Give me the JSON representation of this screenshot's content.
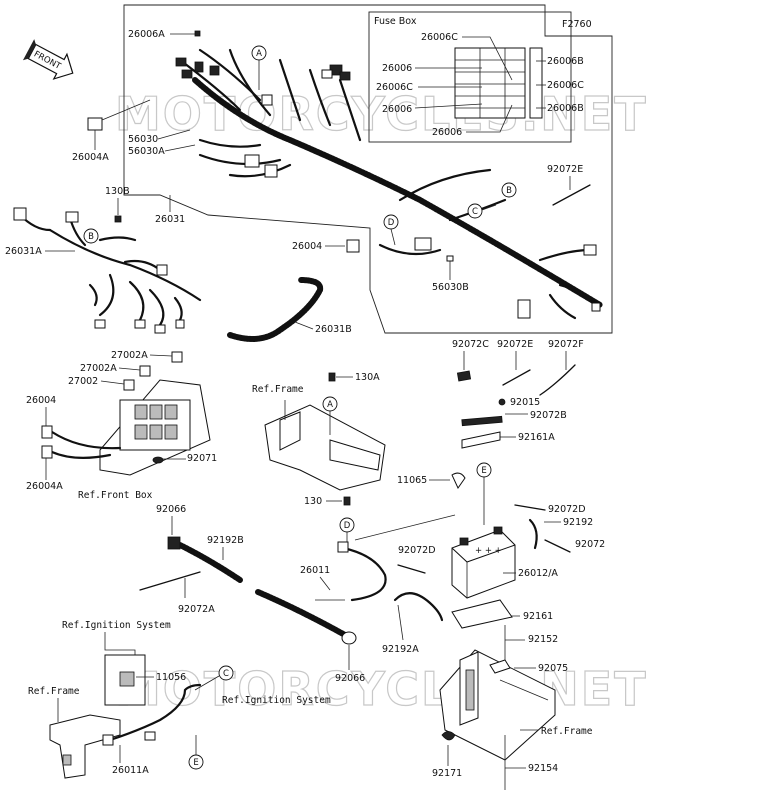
{
  "figure_id": "F2760",
  "watermarks": [
    "MOTORCYCLES.NET",
    "MOTORCYCLES.NET"
  ],
  "front_arrow": "FRONT",
  "fuse_box": {
    "title": "Fuse Box",
    "left_labels": [
      "26006C",
      "26006",
      "26006C",
      "26006",
      "26006"
    ],
    "right_labels": [
      "26006B",
      "26006C",
      "26006B"
    ]
  },
  "callouts": [
    "A",
    "B",
    "C",
    "D",
    "E"
  ],
  "parts": {
    "p26006A": "26006A",
    "p26004A_top": "26004A",
    "p56030": "56030",
    "p56030A": "56030A",
    "p26031": "26031",
    "p130B": "130B",
    "p26031A": "26031A",
    "p26004_mid": "26004",
    "p56030B": "56030B",
    "p92072E_top": "92072E",
    "p26031B": "26031B",
    "p27002A": "27002A",
    "p27002A_2": "27002A",
    "p27002": "27002",
    "p26004_left": "26004",
    "p26004A_left": "26004A",
    "p92071": "92071",
    "p130A": "130A",
    "p92072C": "92072C",
    "p92072E": "92072E",
    "p92072F": "92072F",
    "p92015": "92015",
    "p92072B": "92072B",
    "p92161A": "92161A",
    "p11065": "11065",
    "p130": "130",
    "p92066_top": "92066",
    "p92192B": "92192B",
    "p92072D_r": "92072D",
    "p92192": "92192",
    "p92072": "92072",
    "p92072D": "92072D",
    "p26011": "26011",
    "p26012A": "26012/A",
    "p92072A": "92072A",
    "p92161": "92161",
    "p92192A": "92192A",
    "p92152": "92152",
    "p92066_bot": "92066",
    "p11056": "11056",
    "p92075": "92075",
    "p26011A": "26011A",
    "p92171": "92171",
    "p92154": "92154"
  },
  "refs": {
    "frame_top": "Ref.Frame",
    "front_box": "Ref.Front Box",
    "ignition_top": "Ref.Ignition System",
    "ignition_mid": "Ref.Ignition System",
    "frame_bot_left": "Ref.Frame",
    "frame_bot_right": "Ref.Frame"
  }
}
